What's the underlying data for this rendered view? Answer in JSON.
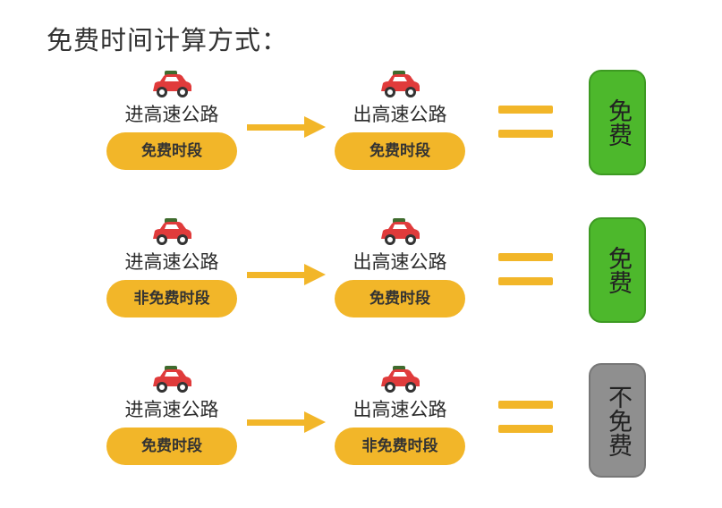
{
  "title": "免费时间计算方式：",
  "colors": {
    "pill": "#f2b629",
    "free": "#4db82c",
    "not_free": "#8f8f8f",
    "car": "#e03b3b"
  },
  "rows": [
    {
      "entry_label": "进高速公路",
      "entry_period": "免费时段",
      "exit_label": "出高速公路",
      "exit_period": "免费时段",
      "result": "免费",
      "result_type": "free"
    },
    {
      "entry_label": "进高速公路",
      "entry_period": "非免费时段",
      "exit_label": "出高速公路",
      "exit_period": "免费时段",
      "result": "免费",
      "result_type": "free"
    },
    {
      "entry_label": "进高速公路",
      "entry_period": "免费时段",
      "exit_label": "出高速公路",
      "exit_period": "非免费时段",
      "result": "不免费",
      "result_type": "not_free"
    }
  ]
}
